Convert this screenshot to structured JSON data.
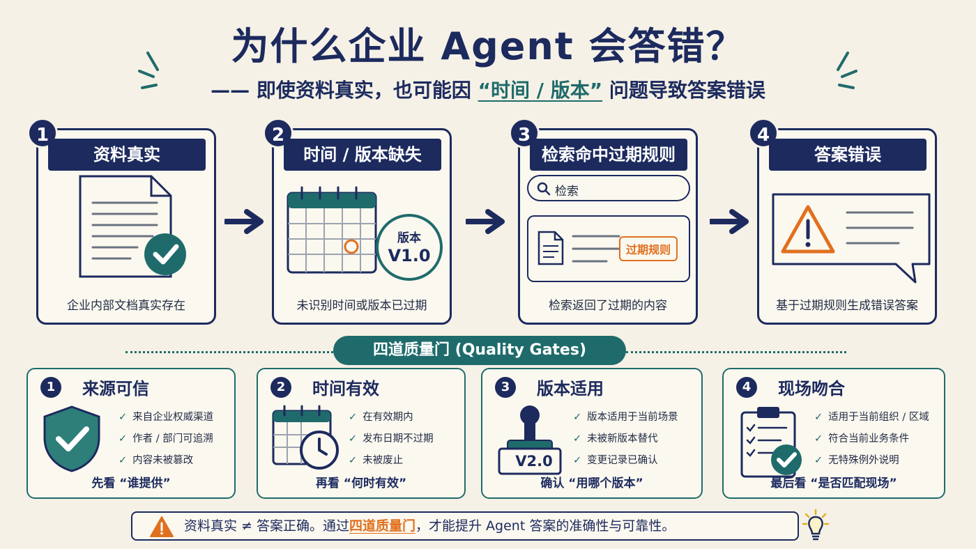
{
  "title": "为什么企业 Agent 会答错？",
  "subtitle": {
    "prefix": "—— 即使资料真实，也可能因 ",
    "highlight": "“时间 / 版本”",
    "suffix": " 问题导致答案错误"
  },
  "steps": [
    {
      "num": "1",
      "title": "资料真实",
      "caption": "企业内部文档真实存在"
    },
    {
      "num": "2",
      "title": "时间 / 版本缺失",
      "caption": "未识别时间或版本已过期",
      "stamp_top": "版本",
      "stamp_bottom": "V1.0"
    },
    {
      "num": "3",
      "title": "检索命中过期规则",
      "caption": "检索返回了过期的内容",
      "search_text": "检索",
      "tag": "过期规则"
    },
    {
      "num": "4",
      "title": "答案错误",
      "caption": "基于过期规则生成错误答案"
    }
  ],
  "gates_title": "四道质量门 (Quality Gates)",
  "gates": [
    {
      "num": "1",
      "title": "来源可信",
      "items": [
        "来自企业权威渠道",
        "作者 / 部门可追溯",
        "内容未被篡改"
      ],
      "footer": "先看 “谁提供”"
    },
    {
      "num": "2",
      "title": "时间有效",
      "items": [
        "在有效期内",
        "发布日期不过期",
        "未被废止"
      ],
      "footer": "再看 “何时有效”"
    },
    {
      "num": "3",
      "title": "版本适用",
      "items": [
        "版本适用于当前场景",
        "未被新版本替代",
        "变更记录已确认"
      ],
      "footer": "确认 “用哪个版本”",
      "stamp_label": "V2.0"
    },
    {
      "num": "4",
      "title": "现场吻合",
      "items": [
        "适用于当前组织 / 区域",
        "符合当前业务条件",
        "无特殊例外说明"
      ],
      "footer": "最后看 “是否匹配现场”"
    }
  ],
  "bottom": {
    "prefix": "资料真实 ≠ 答案正确。通过",
    "highlight": "四道质量门",
    "suffix": "，才能提升 Agent 答案的准确性与可靠性。"
  },
  "colors": {
    "navy": "#1c2a5e",
    "teal": "#1f6b6b",
    "orange": "#e0701f",
    "background": "#f5f1e6"
  }
}
